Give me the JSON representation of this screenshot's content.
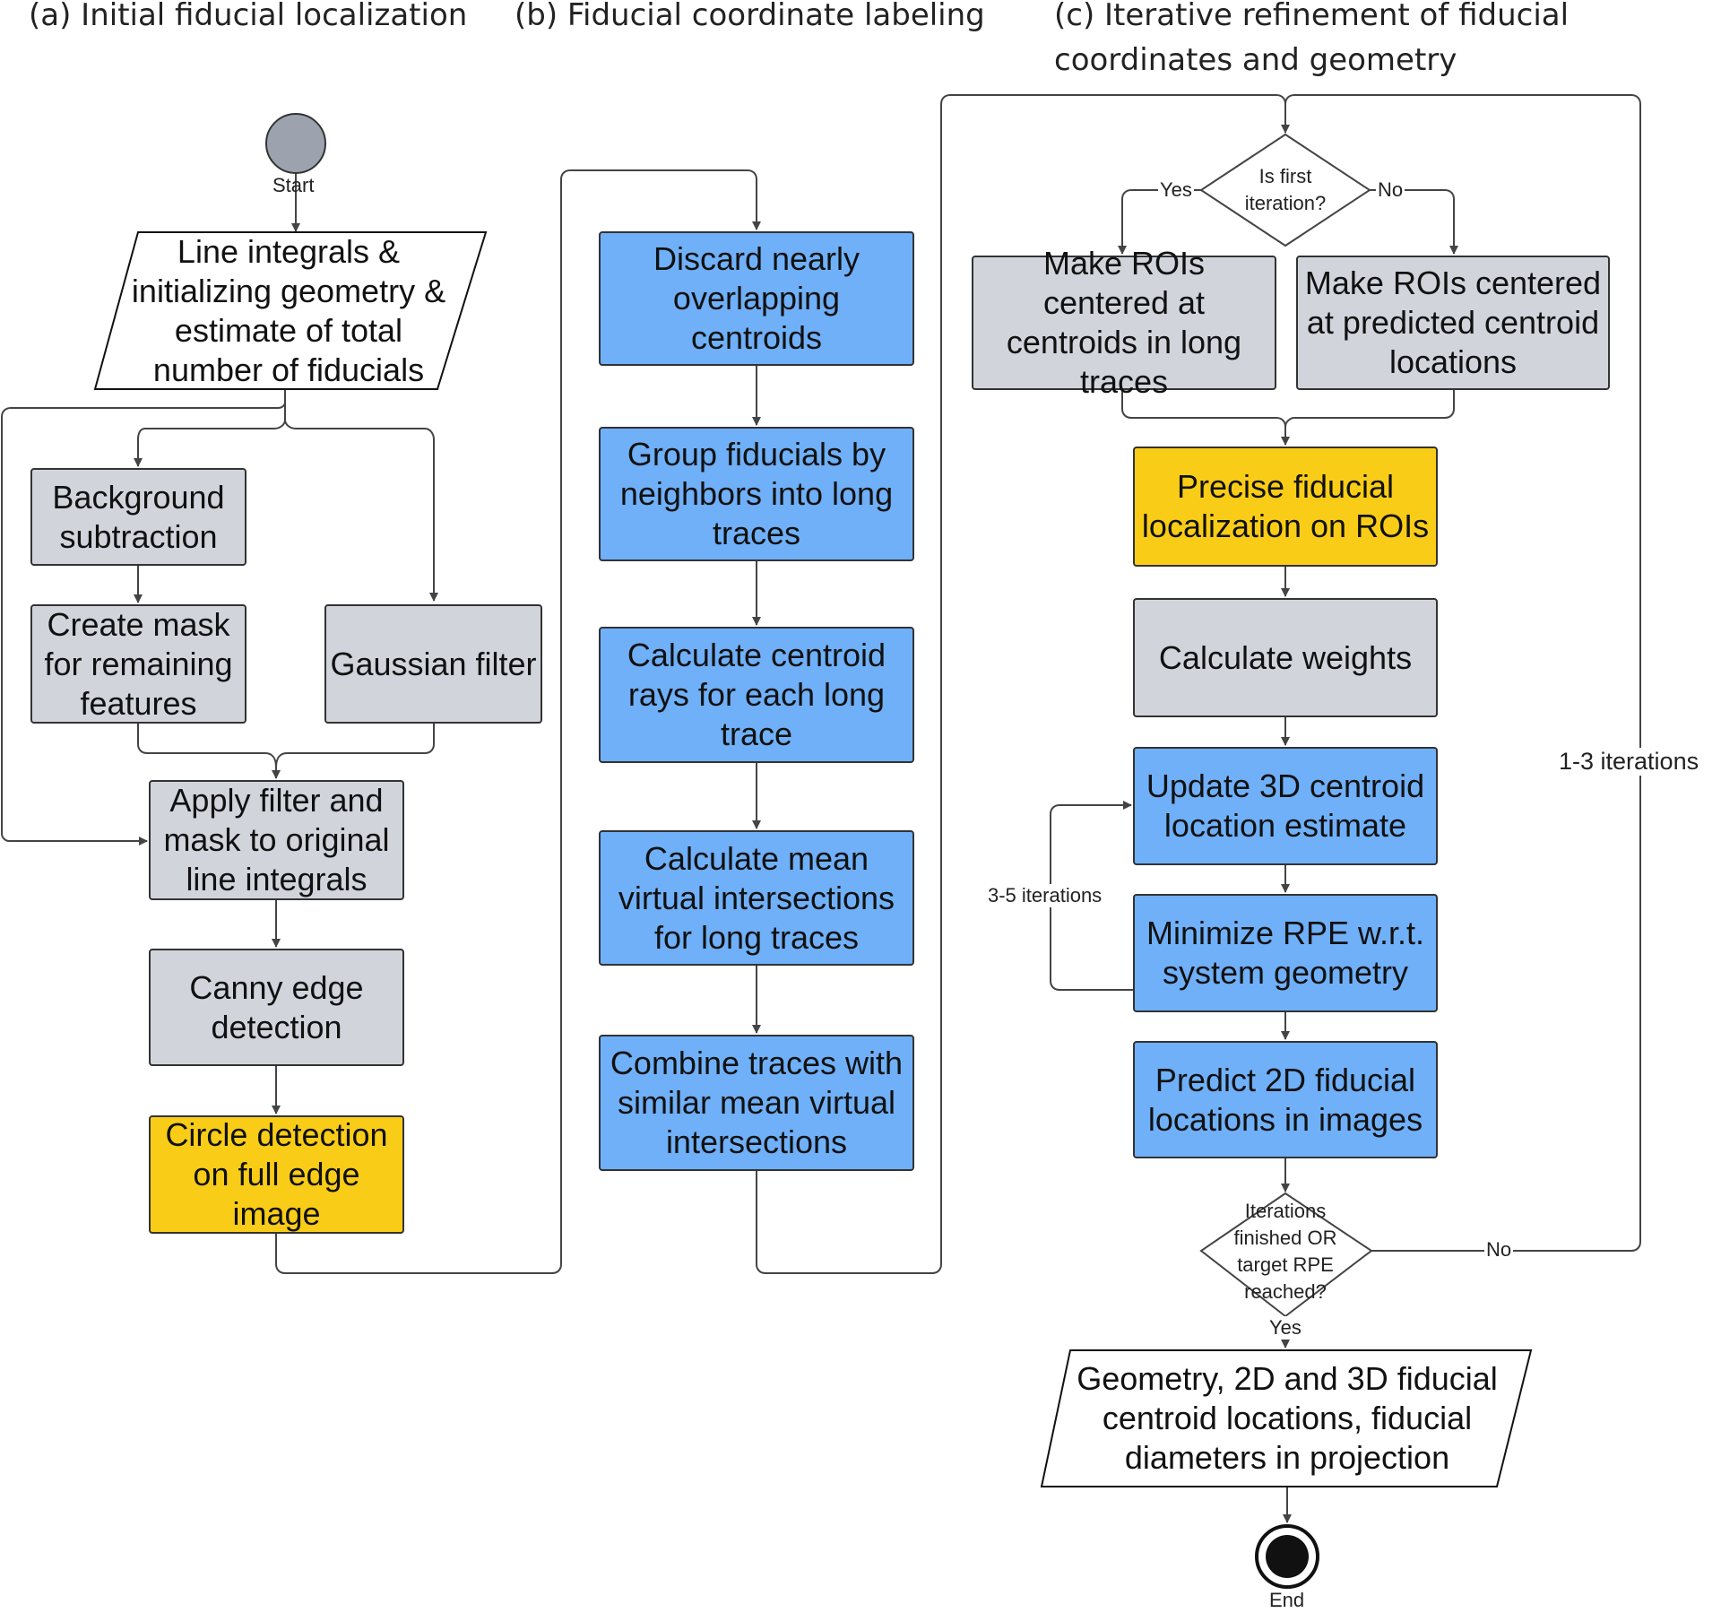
{
  "headers": {
    "a": "(a) Initial fiducial localization",
    "b": "(b) Fiducial coordinate labeling",
    "c_line1": "(c) Iterative refinement of fiducial",
    "c_line2": "coordinates and geometry"
  },
  "panel_a": {
    "start_label": "Start",
    "input": "Line integrals & initializing geometry & estimate of total number of fiducials",
    "background_subtraction": "Background subtraction",
    "create_mask": "Create mask for remaining features",
    "gaussian_filter": "Gaussian filter",
    "apply_filter": "Apply filter and mask to original line integrals",
    "canny": "Canny edge detection",
    "circle_detection": "Circle detection on full edge image"
  },
  "panel_b": {
    "discard": "Discard nearly overlapping centroids",
    "group": "Group fiducials by neighbors into long traces",
    "calc_rays": "Calculate centroid rays for each long trace",
    "calc_mean": "Calculate mean virtual intersections for long traces",
    "combine": "Combine traces with similar mean virtual intersections"
  },
  "panel_c": {
    "decision_first": "Is first iteration?",
    "yes_label": "Yes",
    "no_label": "No",
    "rois_long": "Make ROIs centered at centroids in long traces",
    "rois_predicted": "Make ROIs centered at predicted centroid locations",
    "precise": "Precise fiducial localization on ROIs",
    "weights": "Calculate weights",
    "update3d": "Update 3D centroid location estimate",
    "minimize": "Minimize RPE w.r.t. system geometry",
    "predict2d": "Predict 2D fiducial locations in images",
    "decision_done": "Iterations finished OR target RPE reached?",
    "loop_yes": "Yes",
    "loop_no": "No",
    "inner_iterations": "3-5 iterations",
    "outer_iterations": "1-3 iterations",
    "output": "Geometry, 2D and 3D fiducial centroid locations, fiducial diameters in projection",
    "end_label": "End"
  },
  "colors": {
    "gray_box": "#d1d5db",
    "blue_box": "#6fb0f8",
    "yellow_box": "#f9cd17",
    "start_node": "#9ca3af",
    "line": "#444444"
  }
}
